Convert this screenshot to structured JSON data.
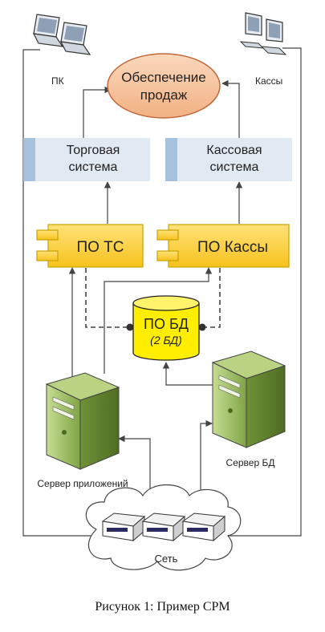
{
  "nodes": {
    "goal": "Обеспечение продаж",
    "pc": "ПК",
    "pos_terminals": "Кассы",
    "trade_system": "Торговая система",
    "pos_system": "Кассовая система",
    "ts_software": "ПО ТС",
    "pos_software": "ПО Кассы",
    "db_software": "ПО БД",
    "db_note": "(2 БД)",
    "app_server": "Сервер приложений",
    "db_server": "Сервер БД",
    "network": "Сеть"
  },
  "caption": "Рисунок 1: Пример СРМ",
  "colors": {
    "goal_fill": "#f8c9a4",
    "goal_stroke": "#c0693a",
    "system_fill": "#dfe8f3",
    "system_stripe": "#9db9d9",
    "component_fill": "#ffd24a",
    "component_stroke": "#c9a200",
    "db_fill": "#ffee00",
    "server_fill": "#9dbf5e",
    "line": "#444444"
  },
  "icons": [
    "laptop-icon",
    "desktop-computer-icon",
    "database-cylinder-icon",
    "server-tower-icon",
    "network-cloud-icon",
    "network-switch-icon"
  ]
}
